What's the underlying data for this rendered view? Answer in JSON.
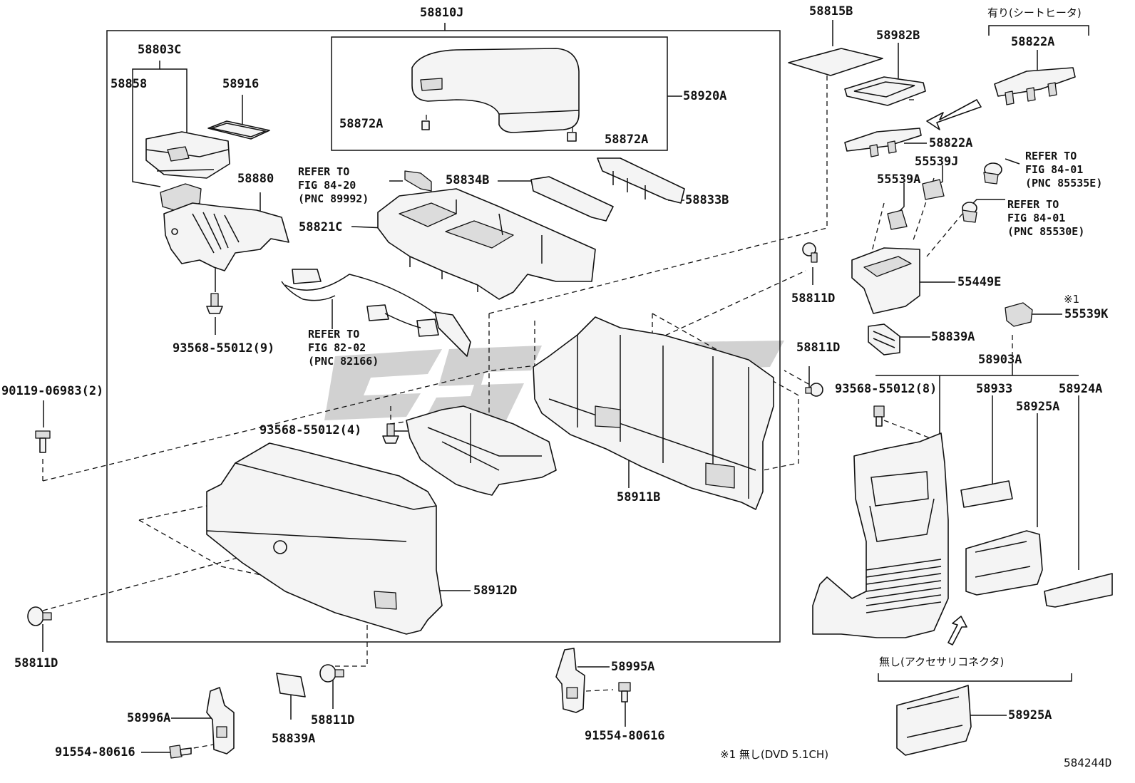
{
  "labels": {
    "l58810J": "58810J",
    "l58803C": "58803C",
    "l58858": "58858",
    "l58916": "58916",
    "l58872A_left": "58872A",
    "l58872A_right": "58872A",
    "l58920A": "58920A",
    "l58880": "58880",
    "l58834B": "58834B",
    "l58833B": "58833B",
    "l58821C": "58821C",
    "l93568_9": "93568-55012(9)",
    "l93568_4": "93568-55012(4)",
    "l93568_8": "93568-55012(8)",
    "l90119": "90119-06983(2)",
    "l58911B": "58911B",
    "l58912D": "58912D",
    "l58811D_left": "58811D",
    "l58811D_bottom": "58811D",
    "l58811D_right1": "58811D",
    "l58811D_right2": "58811D",
    "l58839A_bottom": "58839A",
    "l58839A_right": "58839A",
    "l58995A": "58995A",
    "l58996A": "58996A",
    "l91554_left": "91554-80616",
    "l91554_right": "91554-80616",
    "l58815B": "58815B",
    "l58982B": "58982B",
    "l58822A_top": "58822A",
    "l58822A_mid": "58822A",
    "l55539J": "55539J",
    "l55539A": "55539A",
    "l55449E": "55449E",
    "l55539K": "55539K",
    "l58903A": "58903A",
    "l58933": "58933",
    "l58924A": "58924A",
    "l58925A_top": "58925A",
    "l58925A_bottom": "58925A"
  },
  "refs": {
    "ref_89992": "REFER TO\nFIG 84-20\n(PNC 89992)",
    "ref_82166": "REFER TO\nFIG 82-02\n(PNC 82166)",
    "ref_85535E": "REFER TO\nFIG 84-01\n(PNC 85535E)",
    "ref_85530E": "REFER TO\nFIG 84-01\n(PNC 85530E)"
  },
  "notes": {
    "seat_heater": "有り(シートヒータ)",
    "no_accessory_connector": "無し(アクセサリコネクタ)",
    "star1_mark": "※1",
    "footnote": "※1 無し(DVD 5.1CH)",
    "figure_number": "584244D"
  }
}
